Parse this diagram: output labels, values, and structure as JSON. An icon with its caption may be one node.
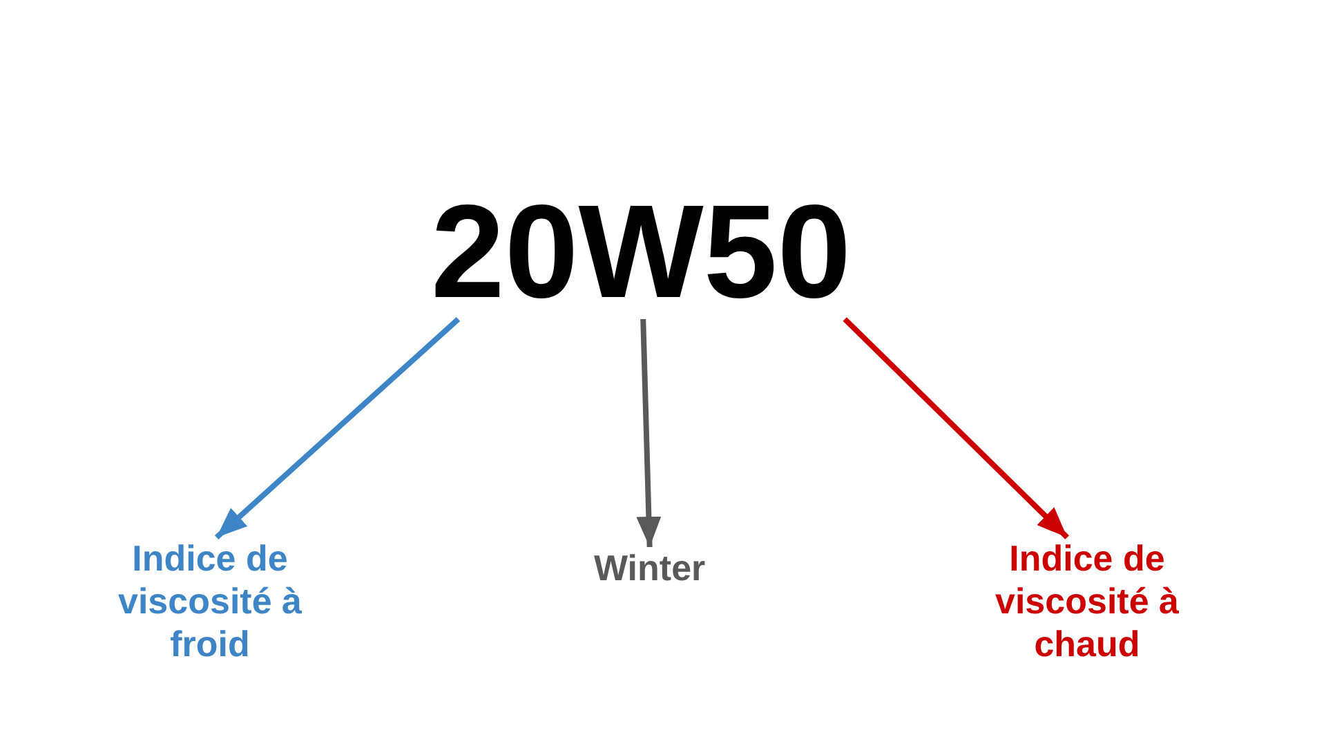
{
  "diagram": {
    "nodes": [
      {
        "text": [
          "20W50"
        ]
      },
      {
        "text": [
          "Indice de viscosité à froid"
        ]
      },
      {
        "text": [
          "Winter"
        ]
      },
      {
        "text": [
          "Indice de viscosité à chaud"
        ]
      }
    ],
    "edges": [
      {
        "from": 0,
        "to": 1,
        "arrow": "to",
        "color": "#3d85c6"
      },
      {
        "from": 0,
        "to": 2,
        "arrow": "to",
        "color": "#595959"
      },
      {
        "from": 0,
        "to": 3,
        "arrow": "to",
        "color": "#cc0000"
      }
    ]
  }
}
